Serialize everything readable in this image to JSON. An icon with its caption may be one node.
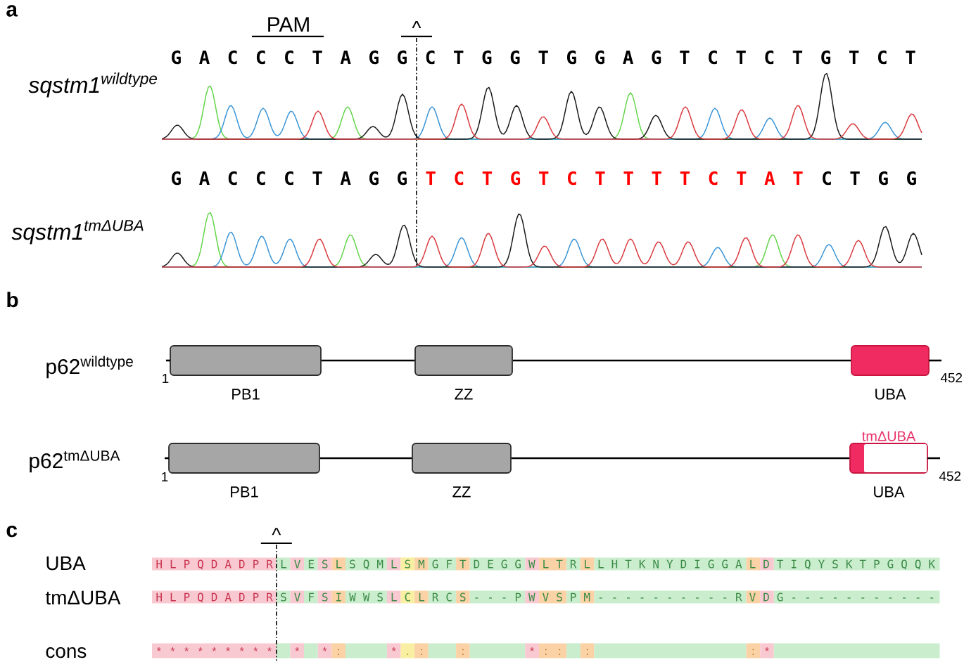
{
  "diagram": {
    "nodes": [
      {
        "text": [
          "PB1"
        ]
      },
      {
        "text": [
          "ZZ"
        ]
      },
      {
        "text": [
          "UBA"
        ]
      },
      {
        "text": [
          "PB1"
        ]
      },
      {
        "text": [
          "ZZ"
        ]
      },
      {
        "text": [
          "tmΔUBA",
          "UBA"
        ]
      }
    ],
    "edges": [
      {
        "from": 0,
        "to": 1,
        "arrow": "none"
      },
      {
        "from": 1,
        "to": 2,
        "arrow": "none"
      },
      {
        "from": 3,
        "to": 4,
        "arrow": "none"
      },
      {
        "from": 4,
        "to": 5,
        "arrow": "none"
      }
    ],
    "labels": [
      "a",
      "PAM",
      "^",
      "G A C C C T A G G C T G G T G G A G T C T C T G T C T",
      "sqstm1$^{wildtype}$",
      "G A C C C T A G G",
      "T C T G T C T T T T C T A T",
      "C T G G",
      "sqstm1$^{tmΔUBA}$",
      "b",
      "p62$^{wildtype}$",
      "1",
      "452",
      "p62$^{tmΔUBA}$",
      "1",
      "452",
      "c",
      "^",
      "UBA",
      "H L P Q D A D P R",
      "L V E S L S Q M L S M G F T D E G G W L T R L L H T K N Y D I G G A L D T I Q Y S K T P G Q Q K",
      "tmΔUBA",
      "H L P Q D A D P R",
      "S V F S I W W S L C L R C S - - - P W V S P M - - - - - - - - - - R V D G - - - - - - - - - - -",
      "cons",
      "*",
      "*",
      "*",
      "*",
      "*",
      "*",
      "*",
      "*",
      "*",
      "*",
      "*",
      ":",
      "*",
      ".",
      ":",
      ":",
      "*",
      ":",
      ":",
      ":",
      ":",
      "*"
    ]
  }
}
